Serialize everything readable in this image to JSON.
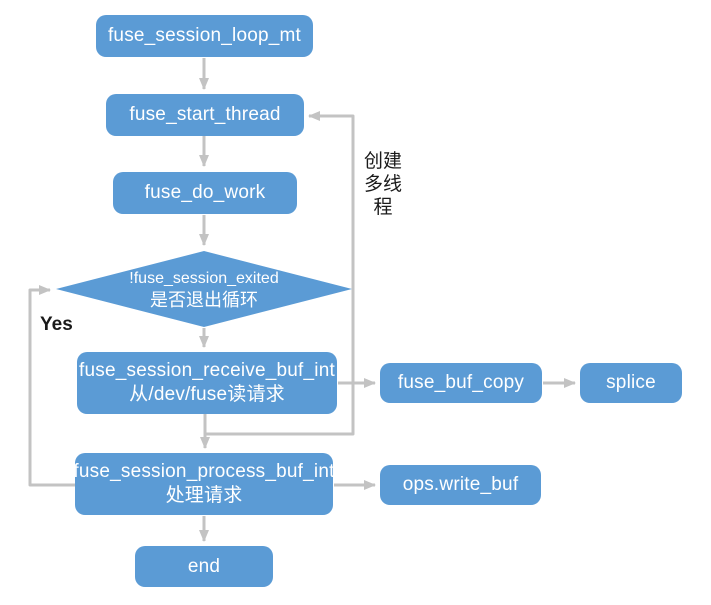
{
  "diagram": {
    "title": "fuse session loop flowchart",
    "colors": {
      "node_fill": "#5b9bd5",
      "node_text": "#ffffff",
      "connector": "#c3c3c3",
      "edge_label_text": "#1a1a1a",
      "background": "#ffffff"
    },
    "nodes": {
      "loop_mt": {
        "label": "fuse_session_loop_mt"
      },
      "start_thread": {
        "label": "fuse_start_thread"
      },
      "do_work": {
        "label": "fuse_do_work"
      },
      "decision": {
        "line1": "!fuse_session_exited",
        "line2": "是否退出循环"
      },
      "receive_buf": {
        "line1": "fuse_session_receive_buf_int",
        "line2": "从/dev/fuse读请求"
      },
      "buf_copy": {
        "label": "fuse_buf_copy"
      },
      "splice": {
        "label": "splice"
      },
      "process_buf": {
        "line1": "fuse_session_process_buf_int",
        "line2": "处理请求"
      },
      "write_buf": {
        "label": "ops.write_buf"
      },
      "end": {
        "label": "end"
      }
    },
    "edge_labels": {
      "yes": "Yes",
      "create_threads": "创建多线程"
    }
  }
}
